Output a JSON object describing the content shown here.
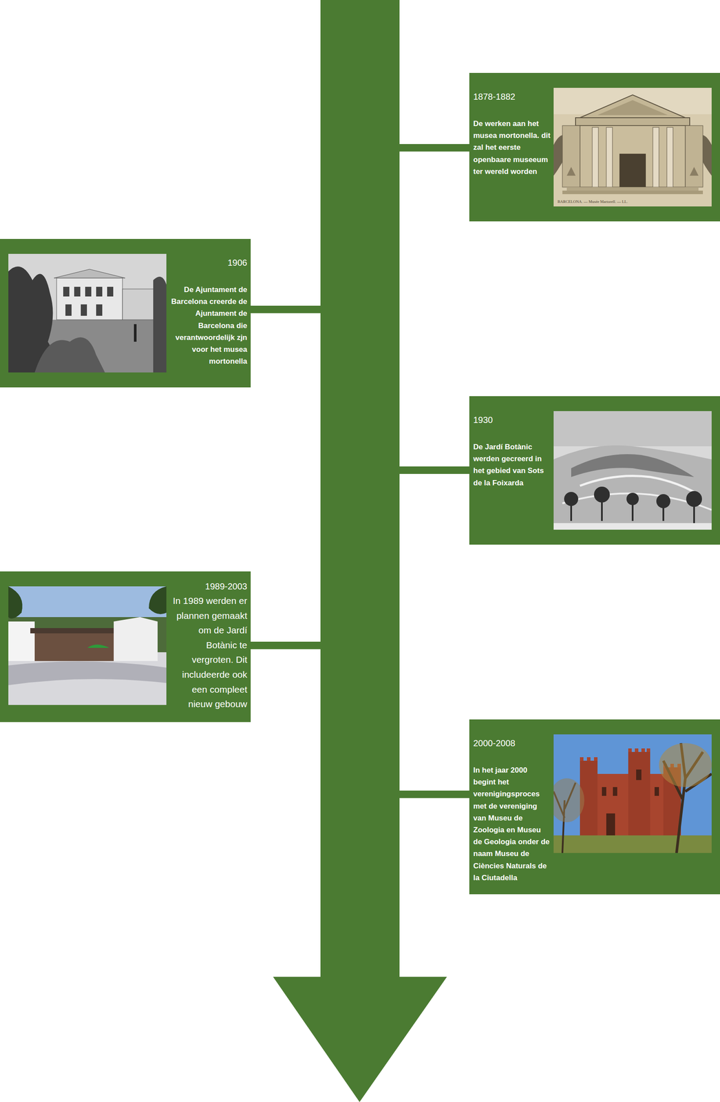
{
  "diagram": {
    "nodes": [
      {
        "text": [
          "1878-1882",
          "De werken aan het musea mortonella. dit zal het eerste openbaare museeum ter wereld worden"
        ]
      },
      {
        "text": [
          "1906",
          "De Ajuntament de Barcelona creerde de Ajuntament de Barcelona die verantwoordelijk zjn voor het musea mortonella"
        ]
      },
      {
        "text": [
          "1930",
          "De Jardí Botànic werden gecreerd in het gebied van Sots de la Foixarda"
        ]
      },
      {
        "text": [
          "1989-2003",
          "In 1989 werden er plannen gemaakt om de Jardí Botànic te vergroten. Dit includeerde ook een compleet nieuw gebouw"
        ]
      },
      {
        "text": [
          "2000-2008",
          "In het jaar 2000 begint het verenigingsproces met de vereniging van Museu de Zoologia en Museu de Geologia onder de naam Museu de Ciències Naturals de la Ciutadella"
        ]
      }
    ],
    "labels": [
      "BARCELONA. — Musée Martorell. — LL."
    ]
  }
}
